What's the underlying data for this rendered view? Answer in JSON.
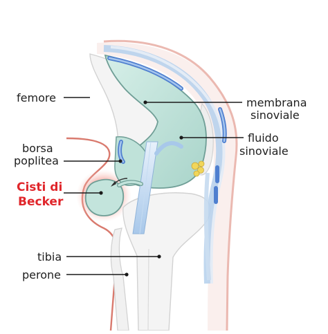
{
  "labels": {
    "femore": "femore",
    "membrana_line1": "membrana",
    "membrana_line2": "sinoviale",
    "borsa_line1": "borsa",
    "borsa_line2": "poplitea",
    "fluido_line1": "fluido",
    "fluido_line2": "sinoviale",
    "cisti_line1": "Cisti di",
    "cisti_line2": "Becker",
    "tibia": "tibia",
    "perone": "perone"
  },
  "colors": {
    "skin_outline": "#d97a6e",
    "skin_glow": "#f6d6d0",
    "bone_fill": "#f3f3f3",
    "bone_line": "#d2d2d2",
    "synovial_fill": "#c3e4dc",
    "synovial_edge": "#6f9e96",
    "ligament_blue": "#9ec3e6",
    "pad_blue": "#4f7fcf",
    "fat_yellow": "#f1d65a",
    "cyst_glow": "#ef7c72",
    "highlight_label": "#e0262b"
  }
}
